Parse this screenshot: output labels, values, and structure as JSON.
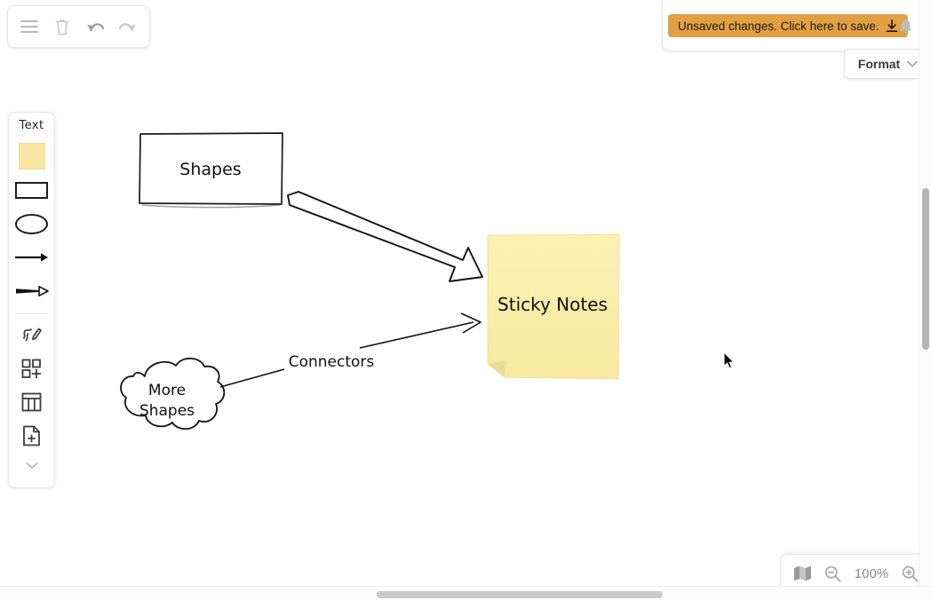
{
  "toolbar_topleft": {
    "items": [
      {
        "name": "menu-icon",
        "label": "Menu"
      },
      {
        "name": "delete-icon",
        "label": "Delete"
      },
      {
        "name": "undo-icon",
        "label": "Undo"
      },
      {
        "name": "redo-icon",
        "label": "Redo"
      }
    ]
  },
  "save_banner": {
    "text": "Unsaved changes. Click here to save.",
    "icon": "download-icon",
    "background": "#e3a042",
    "text_color": "#1a1a1a"
  },
  "notifications": {
    "icon": "bell-icon"
  },
  "format_button": {
    "label": "Format",
    "icon": "chevron-down-icon"
  },
  "palette": {
    "text_label": "Text",
    "items": [
      {
        "name": "sticky-note-swatch",
        "label": "Sticky note",
        "color": "#f7e7a3"
      },
      {
        "name": "rectangle-shape",
        "label": "Rectangle"
      },
      {
        "name": "ellipse-shape",
        "label": "Ellipse"
      },
      {
        "name": "arrow-connector",
        "label": "Arrow"
      },
      {
        "name": "thick-arrow-connector",
        "label": "Thick arrow"
      },
      {
        "name": "pen-icon",
        "label": "Freehand draw"
      },
      {
        "name": "add-shape-icon",
        "label": "More shapes"
      },
      {
        "name": "table-icon",
        "label": "Table"
      },
      {
        "name": "add-page-icon",
        "label": "Add page"
      }
    ],
    "expand_icon": "chevron-down-icon"
  },
  "canvas": {
    "shapes": [
      {
        "name": "shapes-rectangle",
        "type": "rectangle",
        "text": "Shapes"
      },
      {
        "name": "sticky-note",
        "type": "sticky-note",
        "text": "Sticky Notes",
        "color": "#f9efaf"
      },
      {
        "name": "cloud-shape",
        "type": "cloud",
        "text_line1": "More",
        "text_line2": "Shapes"
      },
      {
        "name": "block-arrow-connector",
        "type": "block-arrow"
      },
      {
        "name": "connector-line",
        "type": "line",
        "text": "Connectors"
      },
      {
        "name": "cloud-connector",
        "type": "line"
      }
    ]
  },
  "zoom_widget": {
    "map_icon": "map-icon",
    "zoom_out_icon": "zoom-out-icon",
    "zoom_in_icon": "zoom-in-icon",
    "level": "100%"
  }
}
